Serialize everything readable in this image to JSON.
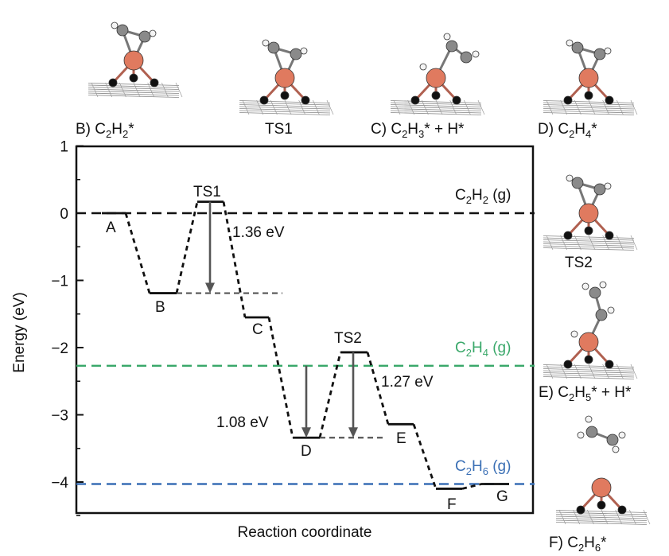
{
  "chart_data": {
    "type": "line",
    "xlabel": "Reaction coordinate",
    "ylabel": "Energy (eV)",
    "ylim": [
      -4.5,
      1
    ],
    "yticks": [
      "1",
      "0",
      "−1",
      "−2",
      "−3",
      "−4"
    ],
    "ytick_values": [
      1,
      0,
      -1,
      -2,
      -3,
      -4
    ],
    "grid": false,
    "states": [
      {
        "label": "A",
        "energy": 0.0
      },
      {
        "label": "B",
        "energy": -1.19
      },
      {
        "label": "TS1",
        "energy": 0.17
      },
      {
        "label": "C",
        "energy": -1.55
      },
      {
        "label": "D",
        "energy": -3.34
      },
      {
        "label": "TS2",
        "energy": -2.07
      },
      {
        "label": "E",
        "energy": -3.14
      },
      {
        "label": "F",
        "energy": -4.1
      },
      {
        "label": "G",
        "energy": -4.03
      }
    ],
    "references": [
      {
        "species": "C2H2",
        "phase": "(g)",
        "energy": 0.0,
        "color": "#111111"
      },
      {
        "species": "C2H4",
        "phase": "(g)",
        "energy": -2.27,
        "color": "#3aa86a"
      },
      {
        "species": "C2H6",
        "phase": "(g)",
        "energy": -4.03,
        "color": "#3a6fb5"
      }
    ],
    "barriers": [
      {
        "text": "1.36 eV",
        "from": -1.19,
        "to": 0.17
      },
      {
        "text": "1.08 eV",
        "from": -3.34,
        "to": -2.27
      },
      {
        "text": "1.27 eV",
        "from": -3.34,
        "to": -2.07
      }
    ]
  },
  "labels": {
    "ts1": "TS1",
    "ts2": "TS2",
    "ref1_main": "C",
    "ref1_sub1": "2",
    "ref1_mid": "H",
    "ref1_sub2": "2",
    "ref1_tail": " (g)",
    "ref2_main": "C",
    "ref2_sub1": "2",
    "ref2_mid": "H",
    "ref2_sub2": "4",
    "ref2_tail": " (g)",
    "ref3_main": "C",
    "ref3_sub1": "2",
    "ref3_mid": "H",
    "ref3_sub2": "6",
    "ref3_tail": " (g)"
  },
  "structures": {
    "B": {
      "prefix": "B) C",
      "s1": "2",
      "mid": "H",
      "s2": "2",
      "tail": "*"
    },
    "TS1": {
      "text": "TS1"
    },
    "C": {
      "prefix": "C) C",
      "s1": "2",
      "mid": "H",
      "s2": "3",
      "tail": "* + H*"
    },
    "D": {
      "prefix": "D) C",
      "s1": "2",
      "mid": "H",
      "s2": "4",
      "tail": "*"
    },
    "TS2": {
      "text": "TS2"
    },
    "E": {
      "prefix": "E) C",
      "s1": "2",
      "mid": "H",
      "s2": "5",
      "tail": "* + H*"
    },
    "F": {
      "prefix": "F) C",
      "s1": "2",
      "mid": "H",
      "s2": "6",
      "tail": "*"
    }
  },
  "colors": {
    "metal": "#e07a5f",
    "carbon": "#8a8a8a",
    "nitrogen": "#111111",
    "hydrogen": "#f4f4f4",
    "arrow": "#555555"
  }
}
